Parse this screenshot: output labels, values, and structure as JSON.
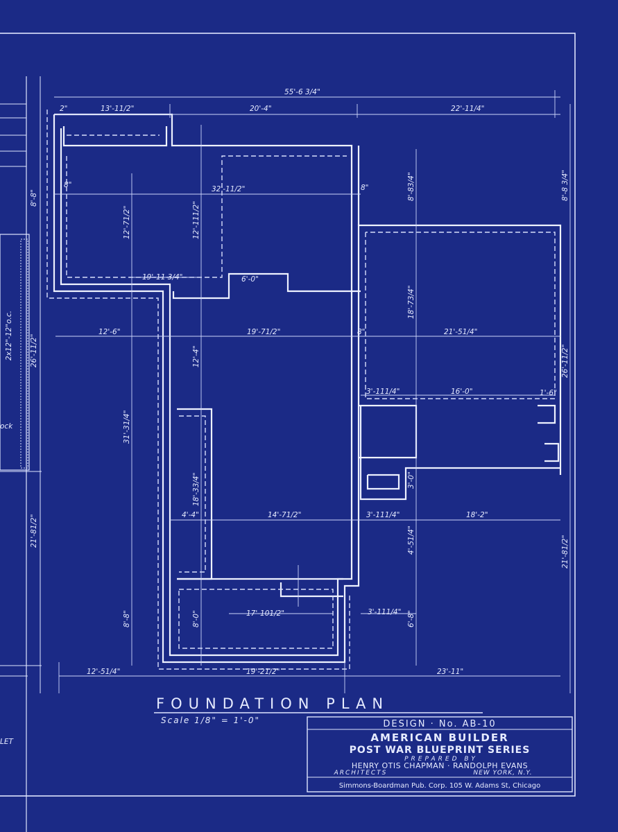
{
  "drawing": {
    "title": "FOUNDATION PLAN",
    "scale": "Scale 1/8\" = 1'-0\"",
    "left_label_block": "ock",
    "left_label_outlet": "LET",
    "left_label_spacing": "2x12\"-12\"o.c."
  },
  "title_block": {
    "design_no": "DESIGN · No. AB-10",
    "series_line1": "AMERICAN BUILDER",
    "series_line2": "POST WAR BLUEPRINT SERIES",
    "prepared_by": "PREPARED BY",
    "architects_names": "HENRY OTIS CHAPMAN · RANDOLPH EVANS",
    "architects_label": "ARCHITECTS",
    "location": "NEW YORK, N.Y.",
    "publisher": "Simmons-Boardman Pub. Corp. 105 W. Adams St, Chicago"
  },
  "dimensions": {
    "overall_width": "55'-6 3/4\"",
    "top_2": "2\"",
    "top_13": "13'-11/2\"",
    "top_20": "20'-4\"",
    "top_22": "22'-11/4\"",
    "d_32": "32'-11/2\"",
    "d_8a": "8\"",
    "d_8b": "8\"",
    "d_8c": "8\"",
    "d_12_7": "12'-71/2\"",
    "d_12_11": "12'-111/2\"",
    "d_19_11": "19'-11 3/4\"",
    "d_6_0": "6'-0\"",
    "d_12_6": "12'-6\"",
    "d_19_7": "19'-71/2\"",
    "d_21_5": "21'-51/4\"",
    "d_12_4": "12'-4\"",
    "d_31_3": "31'-31/4\"",
    "d_18_7": "18'-73/4\"",
    "d_8_8_right": "8'-8 3/4\"",
    "d_8_8_inner": "8'-83/4\"",
    "d_26_right": "26'-11/2\"",
    "d_3_11a": "3'-111/4\"",
    "d_16_0": "16'-0\"",
    "d_1_6": "1'-6\"",
    "d_18_3": "18'-33/4\"",
    "d_4_4": "4'-4\"",
    "d_14_7": "14'-71/2\"",
    "d_3_11b": "3'-111/4\"",
    "d_18_2": "18'-2\"",
    "d_21_8_right": "21'-81/2\"",
    "d_4_5": "4'-51/4\"",
    "d_17_10": "17'-101/2\"",
    "d_3_11c": "3'-111/4\"",
    "d_8_8": "8'-8\"",
    "d_8_0": "8'-0\"",
    "d_6_8": "6'-8\"",
    "d_3_0": "3'-0\"",
    "d_12_5": "12'-51/4\"",
    "d_19_2": "19'-21/2\"",
    "d_23_11": "23'-11\"",
    "left_8_8": "8'-8\"",
    "left_26": "26'-11/2\"",
    "left_21": "21'-81/2\""
  }
}
